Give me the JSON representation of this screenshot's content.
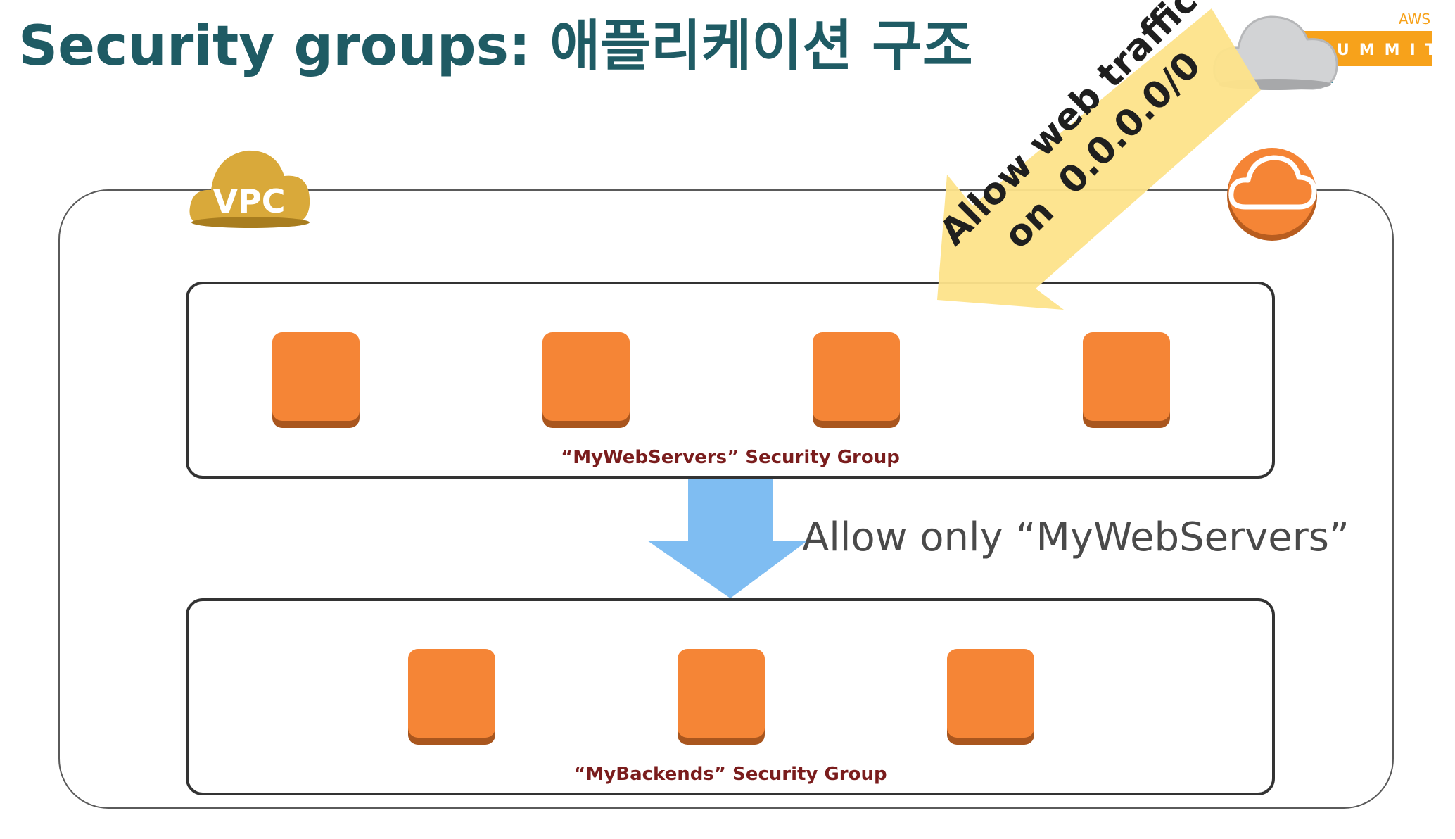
{
  "title": "Security groups: 애플리케이션 구조",
  "branding": {
    "aws_label": "AWS",
    "summit_label": "SUMMIT"
  },
  "vpc": {
    "label": "VPC"
  },
  "web_group": {
    "label": "“MyWebServers” Security Group",
    "instance_count": 4
  },
  "backend_group": {
    "label": "“MyBackends” Security Group",
    "instance_count": 3
  },
  "internet_rule": {
    "line1": "Allow web traffic",
    "line2": "on  0.0.0.0/0"
  },
  "backend_rule": {
    "text": "Allow only “MyWebServers”"
  },
  "icons": {
    "internet": "cloud-icon",
    "gateway": "internet-gateway-icon",
    "vpc": "vpc-cloud-icon",
    "instance": "ec2-instance-icon"
  },
  "colors": {
    "title": "#1f5b64",
    "instance": "#f58536",
    "instance_shadow": "#a9561e",
    "vpc_badge": "#d9a93a",
    "gateway": "#f58536",
    "sg_label": "#7a1d1d",
    "arrow_blue": "#7fbdf2",
    "arrow_yellow": "#fde38a"
  }
}
